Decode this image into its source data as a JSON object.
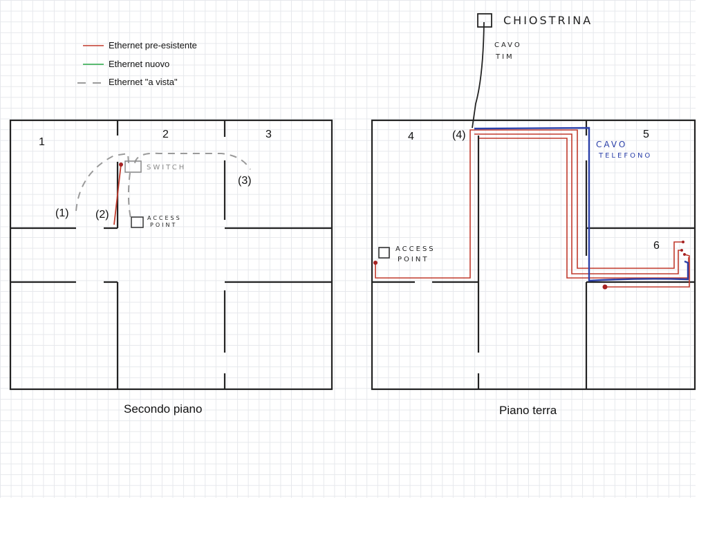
{
  "legend": [
    {
      "label": "Ethernet pre-esistente",
      "color": "#c0392b",
      "style": "solid"
    },
    {
      "label": "Ethernet nuovo",
      "color": "#27a844",
      "style": "solid"
    },
    {
      "label": "Ethernet \"a vista\"",
      "color": "#9a9a9a",
      "style": "dashed"
    }
  ],
  "floors": {
    "secondo": {
      "title": "Secondo piano",
      "rooms": [
        "1",
        "2",
        "3"
      ],
      "points": [
        "(1)",
        "(2)",
        "(3)"
      ],
      "switch_label": "SWITCH",
      "ap_label_1": "ACCESS",
      "ap_label_2": "POINT"
    },
    "terra": {
      "title": "Piano terra",
      "rooms": [
        "4",
        "5",
        "6"
      ],
      "points": [
        "(4)"
      ],
      "ap_label_1": "ACCESS",
      "ap_label_2": "POINT",
      "phone_cable_1": "CAVO",
      "phone_cable_2": "TELEFONO"
    }
  },
  "chiostrina": {
    "label": "CHIOSTRINA",
    "cable_1": "CAVO",
    "cable_2": "TIM"
  },
  "colors": {
    "red": "#c0392b",
    "blue": "#2a3fa8",
    "wall": "#222222",
    "dash": "#9a9a9a"
  }
}
